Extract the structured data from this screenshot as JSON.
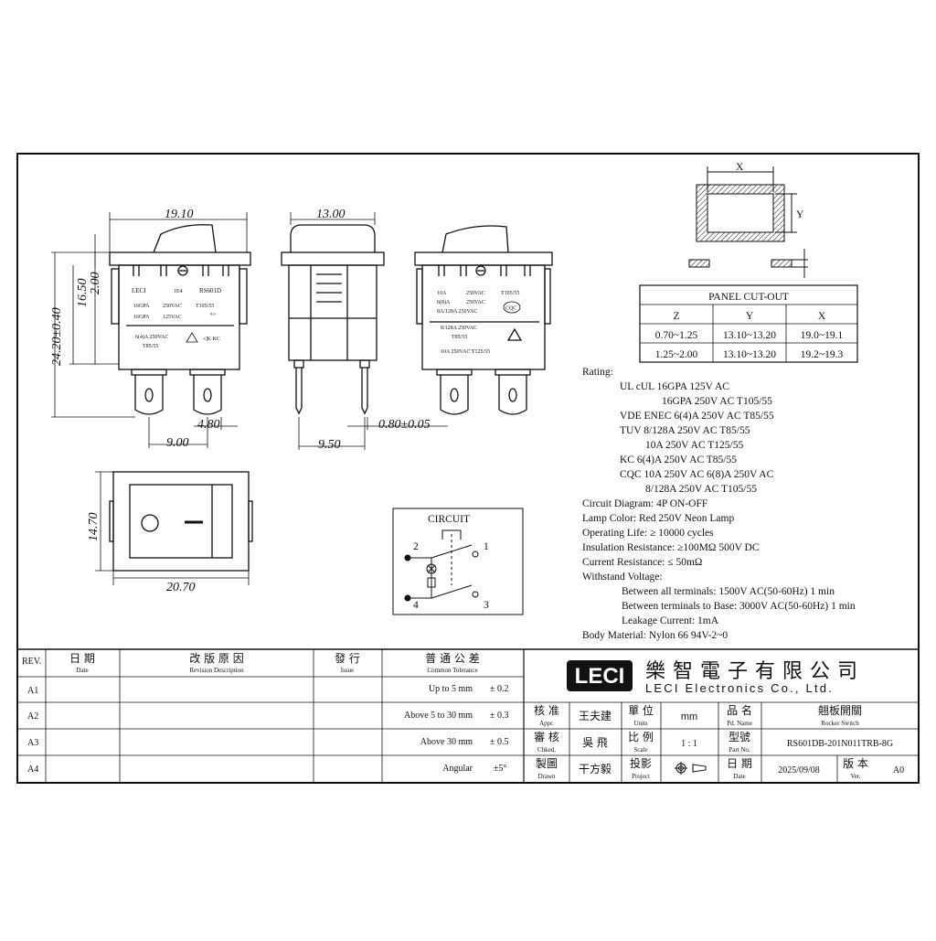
{
  "dimensions": {
    "d1910": "19.10",
    "d1300": "13.00",
    "d1650": "16.50",
    "d200": "2.00",
    "d2420": "24.20±0.40",
    "d480": "4.80",
    "d900": "9.00",
    "d950": "9.50",
    "d080": "0.80±0.05",
    "d1470": "14.70",
    "d2070": "20.70"
  },
  "front_marking": {
    "brand": "LECI",
    "code": "1E4",
    "model": "RS601D",
    "l1a": "16GPA",
    "l1b": "250VAC",
    "l1c": "T105/55",
    "l2a": "16GPA",
    "l2b": "125VAC",
    "l3": "6(4)A  250VAC",
    "l4": "T85/55"
  },
  "side_marking": {
    "l1a": "10A",
    "l1b": "250VAC",
    "l1c": "T105/55",
    "l2a": "6(8)A",
    "l2b": "250VAC",
    "l3": "8A/128A  250VAC",
    "l4": "CQC",
    "l5": "8/128A  250VAC",
    "l6": "T85/55",
    "l7": "10A  250VAC  T125/55"
  },
  "panel": {
    "x": "X",
    "y": "Y",
    "title": "PANEL CUT-OUT",
    "headers": [
      "Z",
      "Y",
      "X"
    ],
    "rows": [
      [
        "0.70~1.25",
        "13.10~13.20",
        "19.0~19.1"
      ],
      [
        "1.25~2.00",
        "13.10~13.20",
        "19.2~19.3"
      ]
    ]
  },
  "specs": [
    "Rating:",
    "UL cUL 16GPA 125V AC",
    "16GPA 250V AC T105/55",
    "VDE ENEC 6(4)A 250V AC T85/55",
    "TUV 8/128A 250V AC T85/55",
    "10A 250V AC T125/55",
    "KC 6(4)A 250V AC T85/55",
    "CQC 10A 250V AC  6(8)A 250V AC",
    "8/128A 250V AC T105/55",
    "Circuit Diagram: 4P ON-OFF",
    "Lamp Color: Red 250V Neon Lamp",
    "Operating Life: ≥ 10000 cycles",
    "Insulation Resistance: ≥100MΩ 500V DC",
    "Current Resistance: ≤ 50mΩ",
    "Withstand Voltage:",
    "Between all terminals: 1500V AC(50-60Hz) 1 min",
    "Between terminals to Base: 3000V AC(50-60Hz) 1 min",
    "Leakage Current: 1mA",
    "Body Material: Nylon 66 94V-2~0"
  ],
  "circuit": {
    "title": "CIRCUIT",
    "t1": "1",
    "t2": "2",
    "t3": "3",
    "t4": "4"
  },
  "title_block": {
    "rev_label": "REV.",
    "date_cn": "日 期",
    "date_en": "Date",
    "revdesc_cn": "改 版 原 因",
    "revdesc_en": "Revision Description",
    "issue_cn": "發 行",
    "issue_en": "Issue",
    "tol_cn": "普 通 公 差",
    "tol_en": "Common Tolerance",
    "revs": [
      "A1",
      "A2",
      "A3",
      "A4"
    ],
    "tolerances": [
      {
        "label": "Up to 5 mm",
        "value": "± 0.2"
      },
      {
        "label": "Above 5 to 30 mm",
        "value": "± 0.3"
      },
      {
        "label": "Above 30 mm",
        "value": "± 0.5"
      },
      {
        "label": "Angular",
        "value": "±5°"
      }
    ],
    "logo": "LECI",
    "company_cn": "樂智電子有限公司",
    "company_en": "LECI Electronics Co., Ltd.",
    "appr_cn": "核 准",
    "appr_en": "Appr.",
    "appr_name": "王夫建",
    "units_cn": "單 位",
    "units_en": "Units",
    "units_val": "mm",
    "pdname_cn": "品 名",
    "pdname_en": "Pd. Name",
    "pdname_cn_val": "翹板開關",
    "pdname_en_val": "Rocker Switch",
    "chkd_cn": "審 核",
    "chkd_en": "Chked.",
    "chkd_name": "吳  飛",
    "scale_cn": "比 例",
    "scale_en": "Scale",
    "scale_val": "1 : 1",
    "partno_cn": "型號",
    "partno_en": "Part No.",
    "partno_val": "RS601DB-201N011TRB-8G",
    "drawn_cn": "製圖",
    "drawn_en": "Drawn",
    "drawn_name": "干方毅",
    "proj_cn": "投影",
    "proj_en": "Project",
    "date2_cn": "日 期",
    "date2_en": "Date",
    "date2_val": "2025/09/08",
    "ver_cn": "版 本",
    "ver_en": "Ver.",
    "ver_val": "A0"
  }
}
